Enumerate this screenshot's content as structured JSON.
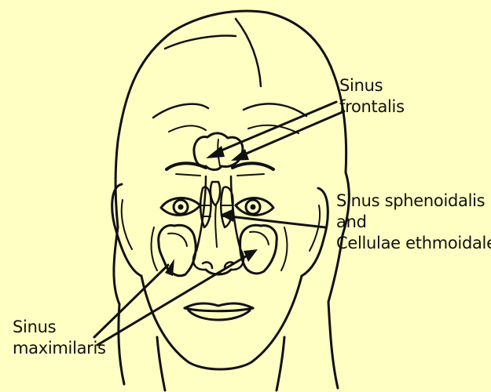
{
  "diagram": {
    "background_color": "#ffffc4",
    "line_color": "#111111",
    "labels": {
      "frontalis": {
        "line1": "Sinus",
        "line2": "frontalis"
      },
      "sphenoidalis": {
        "line1": "Sinus sphenoidalis",
        "line2": "and",
        "line3": "Cellulae ethmoidales"
      },
      "maximilaris": {
        "line1": "Sinus",
        "line2": "maximilaris"
      }
    }
  }
}
